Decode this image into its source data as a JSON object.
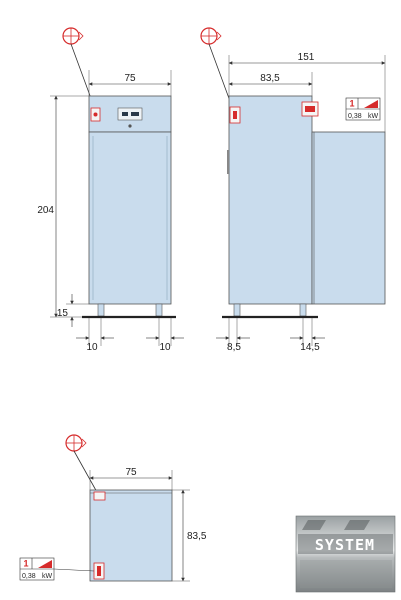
{
  "front_view": {
    "width_label": "75",
    "height_label": "204",
    "foot_height_label": "15",
    "left_offset_label": "10",
    "right_offset_label": "10"
  },
  "side_view": {
    "total_depth_label": "151",
    "body_depth_label": "83,5",
    "left_offset_label": "8,5",
    "right_offset_label": "14,5",
    "power_badge": {
      "phase": "1",
      "power": "0,38",
      "unit": "kW"
    }
  },
  "top_view": {
    "width_label": "75",
    "depth_label": "83,5",
    "power_badge": {
      "phase": "1",
      "power": "0,38",
      "unit": "kW"
    }
  },
  "logo": {
    "text": "SYSTEM"
  },
  "colors": {
    "cabinet_fill": "#c9dced",
    "cabinet_stroke": "#555555",
    "accent": "#d62b2b",
    "dimension_line": "#333333"
  }
}
